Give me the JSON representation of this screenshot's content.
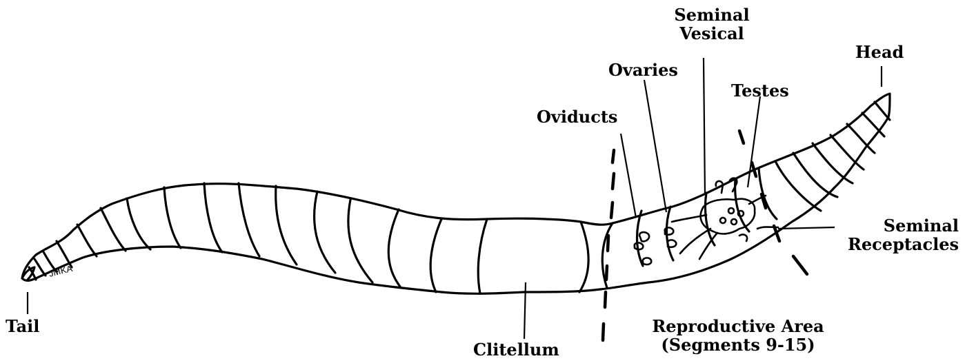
{
  "labels": {
    "tail": "Tail",
    "head": "Head",
    "clitellum": "Clitellum",
    "oviducts": "Oviducts",
    "ovaries": "Ovaries",
    "seminal_vesical_line1": "Seminal",
    "seminal_vesical_line2": "Vesical",
    "testes": "Testes",
    "seminal_receptacles_line1": "Seminal",
    "seminal_receptacles_line2": "Receptacles",
    "reproductive_area_line1": "Reproductive Area",
    "reproductive_area_line2": "(Segments 9-15)"
  },
  "signature": "JMKA"
}
